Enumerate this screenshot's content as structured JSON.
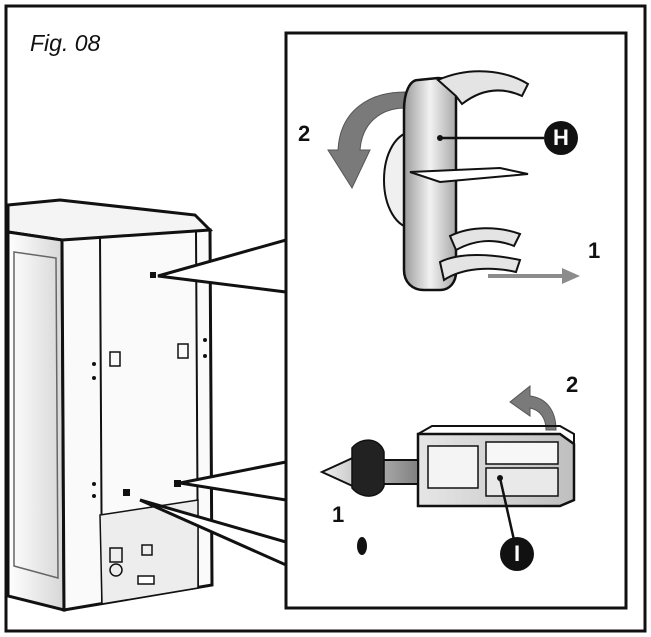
{
  "figure": {
    "label": "Fig. 08"
  },
  "callouts": {
    "h": "H",
    "i": "I"
  },
  "steps": {
    "top_1": "1",
    "top_2": "2",
    "bottom_1": "1",
    "bottom_2": "2"
  },
  "colors": {
    "outline": "#111111",
    "fill_light": "#ececec",
    "fill_mid": "#bdbdbd",
    "arrow_gray": "#8c8c8c"
  }
}
